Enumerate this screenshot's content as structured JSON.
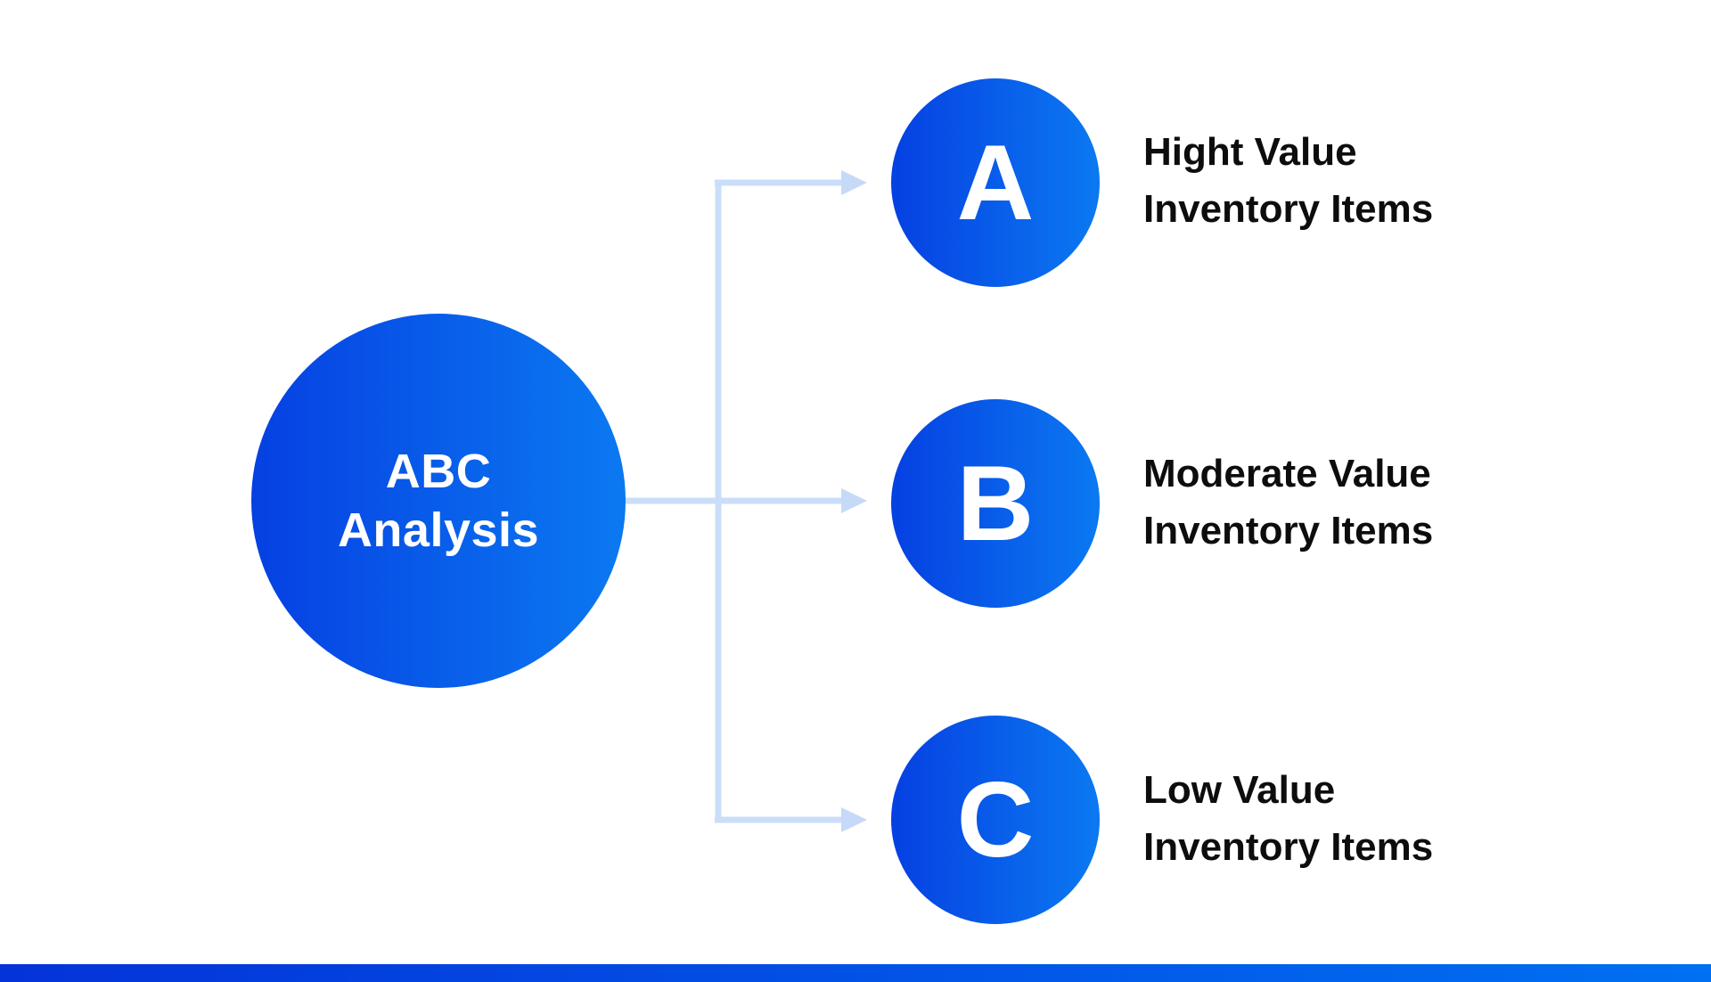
{
  "diagram": {
    "type": "flow-diagram",
    "title": "ABC Analysis",
    "main_node": {
      "line1": "ABC",
      "line2": "Analysis"
    },
    "nodes": [
      {
        "letter": "A",
        "label_line1": "Hight Value",
        "label_line2": "Inventory Items"
      },
      {
        "letter": "B",
        "label_line1": "Moderate Value",
        "label_line2": "Inventory Items"
      },
      {
        "letter": "C",
        "label_line1": "Low Value",
        "label_line2": "Inventory Items"
      }
    ]
  },
  "colors": {
    "background": "#ffffff",
    "circle_gradient_start": "#0640e2",
    "circle_gradient_end": "#0b79f1",
    "connector": "#cbdef9",
    "node_letter": "#ffffff",
    "label_text": "#0d0d0d",
    "footer_gradient_start": "#0433d9",
    "footer_gradient_end": "#0070f2"
  }
}
